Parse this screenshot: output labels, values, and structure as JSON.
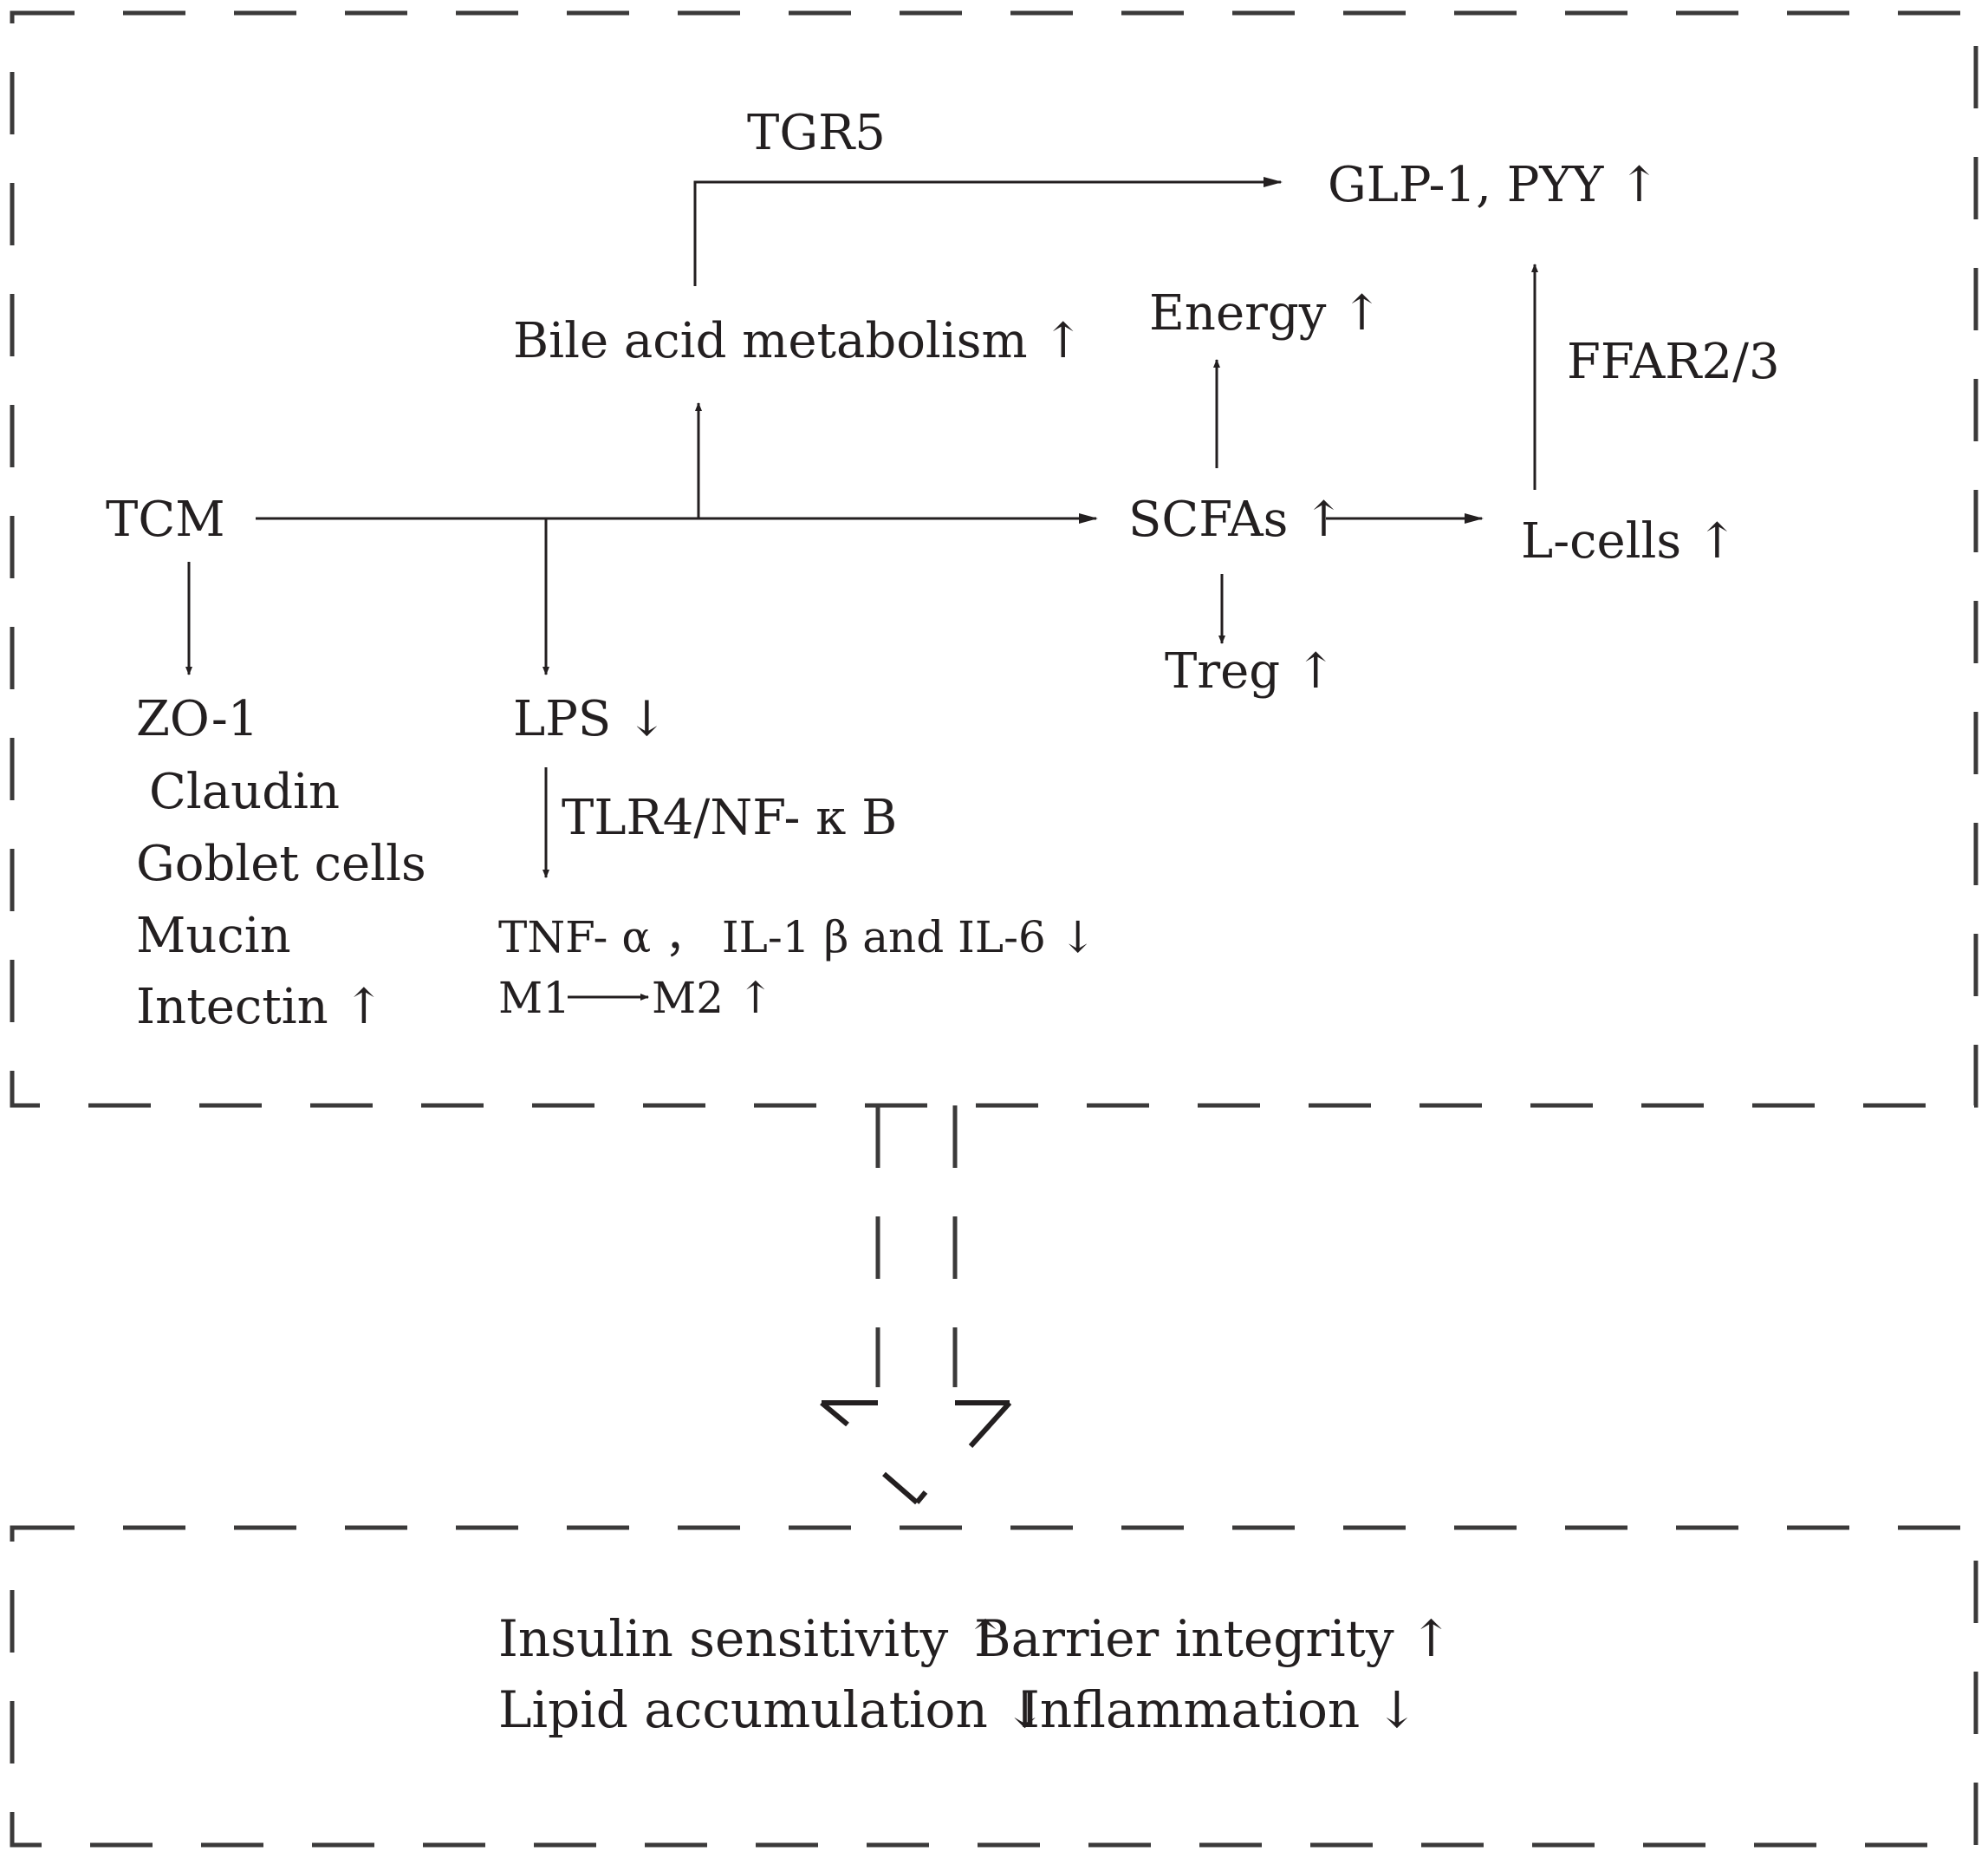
{
  "diagram": {
    "top_panel": {
      "tcm": "TCM",
      "tgr5": "TGR5",
      "glp1_pyy": "GLP-1, PYY ↑",
      "bile_acid": "Bile acid metabolism ↑",
      "energy": "Energy ↑",
      "ffar": "FFAR2/3",
      "scfas": "SCFAs ↑",
      "l_cells": "L-cells ↑",
      "treg": "Treg ↑",
      "barrier_items": [
        "ZO-1",
        "Claudin",
        "Goblet cells",
        "Mucin",
        "Intectin ↑"
      ],
      "lps": "LPS ↓",
      "tlr4": "TLR4/NF- κ B",
      "cytokines": "TNF- α ， IL-1 β  and IL-6 ↓",
      "m1": "M1",
      "m2": "M2 ↑"
    },
    "bottom_panel": {
      "line1_a": "Insulin sensitivity ↑",
      "line1_b": "Barrier integrity ↑",
      "line2_a": "Lipid accumulation ↓",
      "line2_b": "Inflammation ↓"
    }
  }
}
